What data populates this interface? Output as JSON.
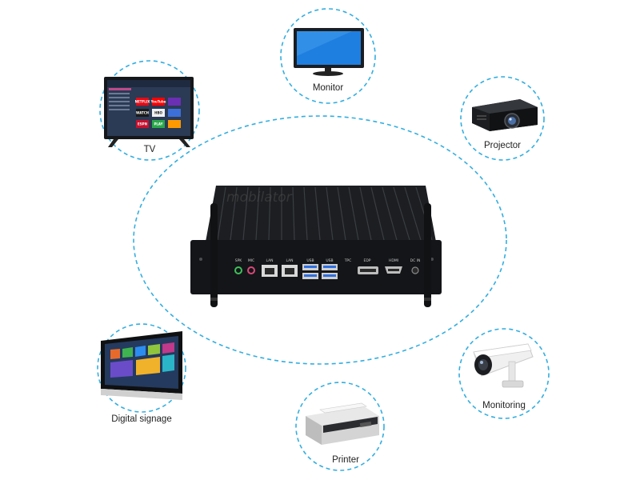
{
  "center": {
    "name": "Mini PC",
    "watermark": "mobilator",
    "ports": [
      "SPK",
      "MIC",
      "LAN",
      "LAN",
      "USB",
      "USB",
      "TPC",
      "EDP",
      "HDMI",
      "DC IN"
    ]
  },
  "devices": [
    {
      "id": "monitor",
      "label": "Monitor",
      "icon": "monitor-icon"
    },
    {
      "id": "tv",
      "label": "TV",
      "icon": "tv-icon"
    },
    {
      "id": "projector",
      "label": "Projector",
      "icon": "projector-icon"
    },
    {
      "id": "signage",
      "label": "Digital signage",
      "icon": "digital-signage-icon"
    },
    {
      "id": "printer",
      "label": "Printer",
      "icon": "printer-icon"
    },
    {
      "id": "monitoring",
      "label": "Monitoring",
      "icon": "security-camera-icon"
    }
  ],
  "tv_screen": {
    "tiles": [
      "NETFLIX",
      "YouTube",
      "WATCH",
      "HBO",
      "ESPN",
      "PLAY"
    ]
  },
  "colors": {
    "accent": "#33aee0",
    "device_dark": "#1b1d20",
    "screen_blue": "#1f7fe0"
  }
}
